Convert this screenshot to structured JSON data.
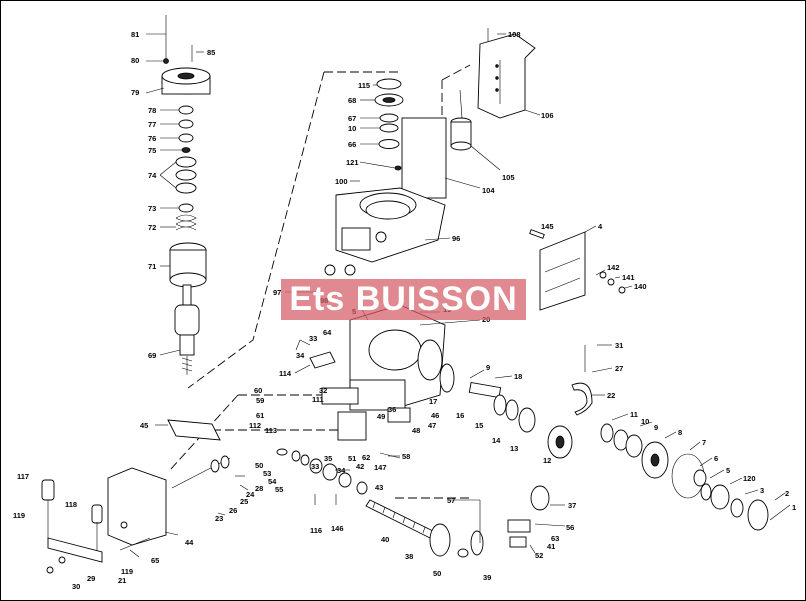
{
  "watermark": {
    "text": "Ets BUISSON",
    "color": "#d65c66"
  },
  "callouts": [
    "81",
    "85",
    "80",
    "79",
    "78",
    "77",
    "76",
    "75",
    "74",
    "73",
    "72",
    "71",
    "69",
    "108",
    "106",
    "115",
    "68",
    "67",
    "10",
    "66",
    "105",
    "121",
    "100",
    "104",
    "96",
    "145",
    "4",
    "142",
    "141",
    "140",
    "97",
    "98",
    "5",
    "19",
    "20",
    "64",
    "33",
    "34",
    "114",
    "32",
    "9",
    "18",
    "60",
    "59",
    "111",
    "36",
    "61",
    "49",
    "46",
    "17",
    "16",
    "15",
    "14",
    "13",
    "12",
    "31",
    "27",
    "22",
    "11",
    "10",
    "9",
    "8",
    "7",
    "6",
    "5",
    "120",
    "3",
    "2",
    "1",
    "45",
    "112",
    "113",
    "50",
    "53",
    "54",
    "55",
    "47",
    "48",
    "35",
    "51",
    "62",
    "58",
    "33",
    "34",
    "42",
    "147",
    "43",
    "146",
    "116",
    "117",
    "118",
    "119",
    "119",
    "28",
    "24",
    "25",
    "26",
    "23",
    "44",
    "65",
    "29",
    "21",
    "30",
    "57",
    "37",
    "56",
    "63",
    "41",
    "52",
    "40",
    "38",
    "50",
    "39"
  ]
}
